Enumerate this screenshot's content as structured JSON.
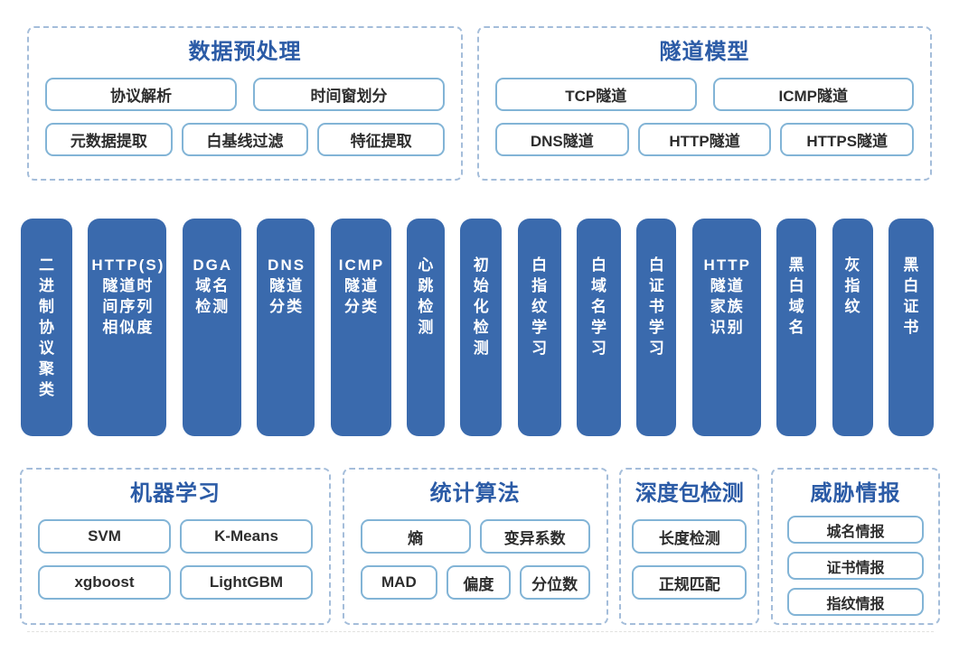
{
  "colors": {
    "bar_fill": "#3a6aad",
    "title_blue": "#2b5ba6",
    "pill_border": "#82b4d6",
    "dashed_border": "#a4bdda",
    "bar_text": "#ffffff",
    "pill_text": "#2d2d2d"
  },
  "top": {
    "preprocessing": {
      "title": "数据预处理",
      "items": [
        "协议解析",
        "时间窗划分",
        "元数据提取",
        "白基线过滤",
        "特征提取"
      ]
    },
    "tunnel_model": {
      "title": "隧道模型",
      "items": [
        "TCP隧道",
        "ICMP隧道",
        "DNS隧道",
        "HTTP隧道",
        "HTTPS隧道"
      ]
    }
  },
  "bars": [
    {
      "label": "二进制协议聚类",
      "display": "二\n进\n制\n协\n议\n聚\n类"
    },
    {
      "label": "HTTP(S)隧道时间序列相似度",
      "display": "HTTP(S)\n隧道时\n间序列\n相似度"
    },
    {
      "label": "DGA域名检测",
      "display": "DGA\n域名\n检测"
    },
    {
      "label": "DNS隧道分类",
      "display": "DNS\n隧道\n分类"
    },
    {
      "label": "ICMP隧道分类",
      "display": "ICMP\n隧道\n分类"
    },
    {
      "label": "心跳检测",
      "display": "心\n跳\n检\n测"
    },
    {
      "label": "初始化检测",
      "display": "初\n始\n化\n检\n测"
    },
    {
      "label": "白指纹学习",
      "display": "白\n指\n纹\n学\n习"
    },
    {
      "label": "白域名学习",
      "display": "白\n域\n名\n学\n习"
    },
    {
      "label": "白证书学习",
      "display": "白\n证\n书\n学\n习"
    },
    {
      "label": "HTTP隧道家族识别",
      "display": "HTTP\n隧道\n家族\n识别"
    },
    {
      "label": "黑白域名",
      "display": "黑\n白\n域\n名"
    },
    {
      "label": "灰指纹",
      "display": "灰\n指\n纹"
    },
    {
      "label": "黑白证书",
      "display": "黑\n白\n证\n书"
    }
  ],
  "bottom": {
    "machine_learning": {
      "title": "机器学习",
      "items": [
        "SVM",
        "K-Means",
        "xgboost",
        "LightGBM"
      ]
    },
    "statistics": {
      "title": "统计算法",
      "items": [
        "熵",
        "变异系数",
        "MAD",
        "偏度",
        "分位数"
      ]
    },
    "dpi": {
      "title": "深度包检测",
      "items": [
        "长度检测",
        "正规匹配"
      ]
    },
    "threat_intel": {
      "title": "威胁情报",
      "items": [
        "城名情报",
        "证书情报",
        "指纹情报"
      ]
    }
  }
}
